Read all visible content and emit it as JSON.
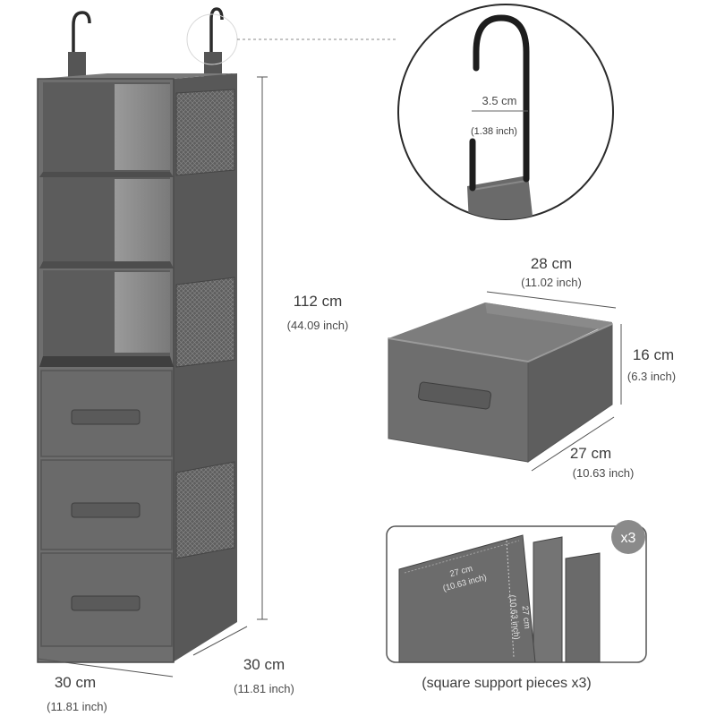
{
  "organizer": {
    "height_cm": "112 cm",
    "height_in": "(44.09 inch)",
    "width_cm": "30 cm",
    "width_in": "(11.81 inch)",
    "depth_cm": "30 cm",
    "depth_in": "(11.81 inch)"
  },
  "hook": {
    "width_cm": "3.5 cm",
    "width_in": "(1.38 inch)"
  },
  "drawer": {
    "width_cm": "28 cm",
    "width_in": "(11.02 inch)",
    "height_cm": "16 cm",
    "height_in": "(6.3 inch)",
    "depth_cm": "27 cm",
    "depth_in": "(10.63 inch)"
  },
  "boards": {
    "quantity": "x3",
    "edge1_cm": "27 cm",
    "edge1_in": "(10.63 inch)",
    "edge2_cm": "27 cm",
    "edge2_in": "(10.63 inch)",
    "caption": "(square support pieces x3)"
  },
  "colors": {
    "fabric": "#6b6b6b",
    "fabric_dark": "#4a4a4a",
    "fabric_light": "#8c8c8c",
    "text": "#3c3c3c"
  }
}
